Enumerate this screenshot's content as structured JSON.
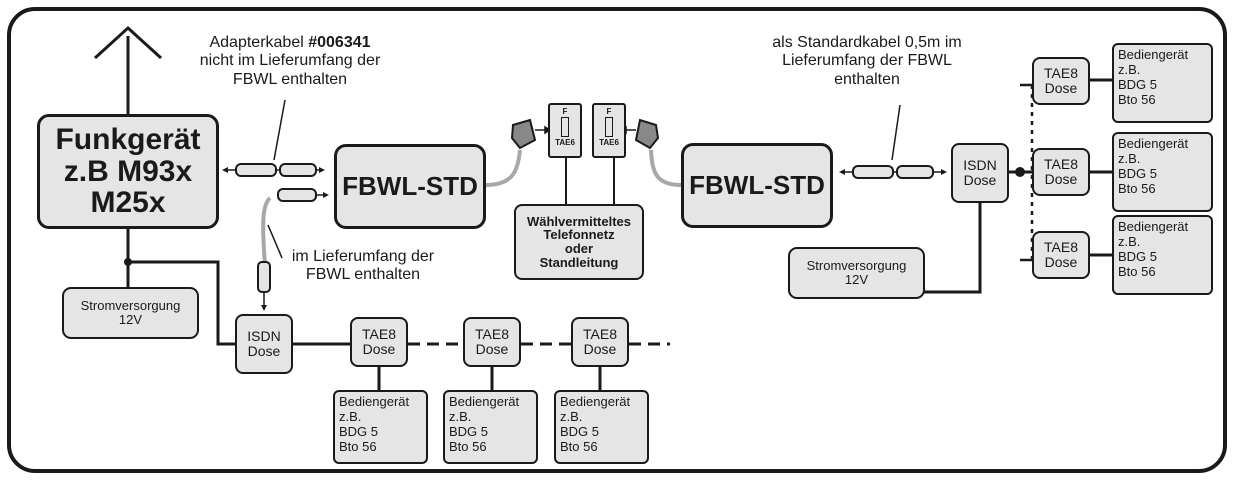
{
  "funkgeraet": {
    "line1": "Funkgerät",
    "line2": "z.B M93x",
    "line3": "M25x"
  },
  "fbwl_left": "FBWL-STD",
  "fbwl_right": "FBWL-STD",
  "note_adapter": {
    "line1": "Adapterkabel ",
    "part": "#006341",
    "line2": "nicht im Lieferumfang der",
    "line3": "FBWL enthalten"
  },
  "note_included": {
    "line1": "im Lieferumfang der",
    "line2": "FBWL enthalten"
  },
  "note_standard": {
    "line1": "als Standardkabel 0,5m im",
    "line2": "Lieferumfang der FBWL",
    "line3": "enthalten"
  },
  "power_left": {
    "line1": "Stromversorgung",
    "line2": "12V"
  },
  "power_right": {
    "line1": "Stromversorgung",
    "line2": "12V"
  },
  "network": {
    "line1": "Wählvermitteltes",
    "line2": "Telefonnetz",
    "line3": "oder",
    "line4": "Standleitung"
  },
  "jacks": [
    {
      "top": "F",
      "bottom": "TAE6"
    },
    {
      "top": "F",
      "bottom": "TAE6"
    }
  ],
  "isdn": {
    "line1": "ISDN",
    "line2": "Dose"
  },
  "tae8": {
    "line1": "TAE8",
    "line2": "Dose"
  },
  "device": {
    "line1": "Bediengerät",
    "line2": "z.B.",
    "line3": "BDG 5",
    "line4": "Bto 56"
  }
}
